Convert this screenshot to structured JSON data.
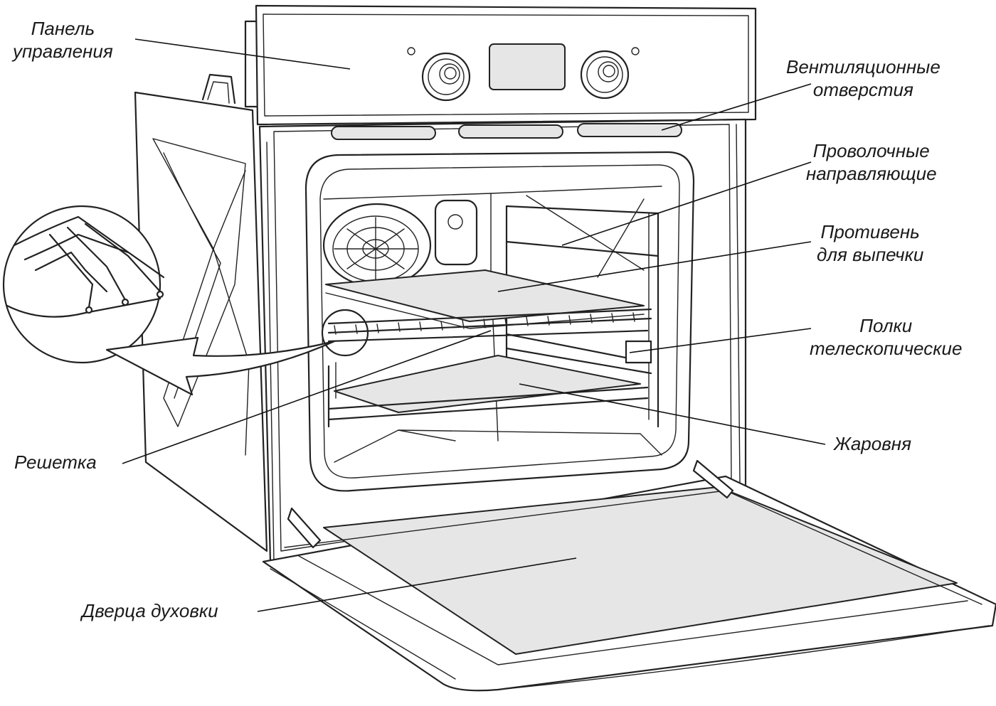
{
  "labels": {
    "control_panel": [
      "Панель",
      "управления"
    ],
    "vents": [
      "Вентиляционные",
      "отверстия"
    ],
    "wire_guides": [
      "Проволочные",
      "направляющие"
    ],
    "baking_tray": [
      "Противень",
      "для выпечки"
    ],
    "telescopic_shelves": [
      "Полки",
      "телескопические"
    ],
    "roaster": "Жаровня",
    "grill_rack": "Решетка",
    "oven_door": "Дверца духовки"
  },
  "colors": {
    "line": "#222222",
    "fill_gray": "#e6e6e6",
    "background": "#ffffff"
  }
}
